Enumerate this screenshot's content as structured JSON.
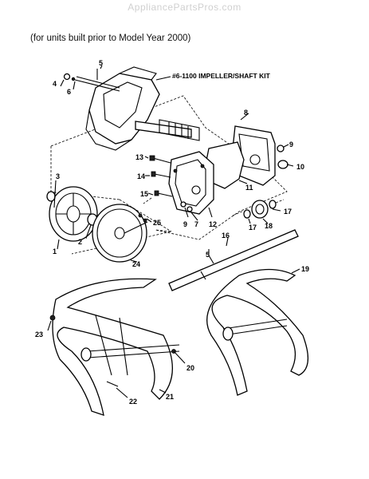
{
  "header": {
    "watermark": "AppliancePartsPros.com",
    "caption": "(for units built prior to Model Year 2000)"
  },
  "kit_label": "#6-1100 IMPELLER/SHAFT KIT",
  "parts": [
    {
      "id": "1",
      "label": "1"
    },
    {
      "id": "2",
      "label": "2"
    },
    {
      "id": "3",
      "label": "3"
    },
    {
      "id": "4",
      "label": "4"
    },
    {
      "id": "5a",
      "label": "5"
    },
    {
      "id": "5b",
      "label": "5"
    },
    {
      "id": "6",
      "label": "6"
    },
    {
      "id": "7",
      "label": "7"
    },
    {
      "id": "8",
      "label": "8"
    },
    {
      "id": "9a",
      "label": "9"
    },
    {
      "id": "9b",
      "label": "9"
    },
    {
      "id": "10",
      "label": "10"
    },
    {
      "id": "11",
      "label": "11"
    },
    {
      "id": "12",
      "label": "12"
    },
    {
      "id": "13",
      "label": "13"
    },
    {
      "id": "14",
      "label": "14"
    },
    {
      "id": "15",
      "label": "15"
    },
    {
      "id": "16",
      "label": "16"
    },
    {
      "id": "17a",
      "label": "17"
    },
    {
      "id": "17b",
      "label": "17"
    },
    {
      "id": "18",
      "label": "18"
    },
    {
      "id": "19",
      "label": "19"
    },
    {
      "id": "20",
      "label": "20"
    },
    {
      "id": "21",
      "label": "21"
    },
    {
      "id": "22",
      "label": "22"
    },
    {
      "id": "23",
      "label": "23"
    },
    {
      "id": "24",
      "label": "24"
    },
    {
      "id": "25",
      "label": "25"
    }
  ]
}
